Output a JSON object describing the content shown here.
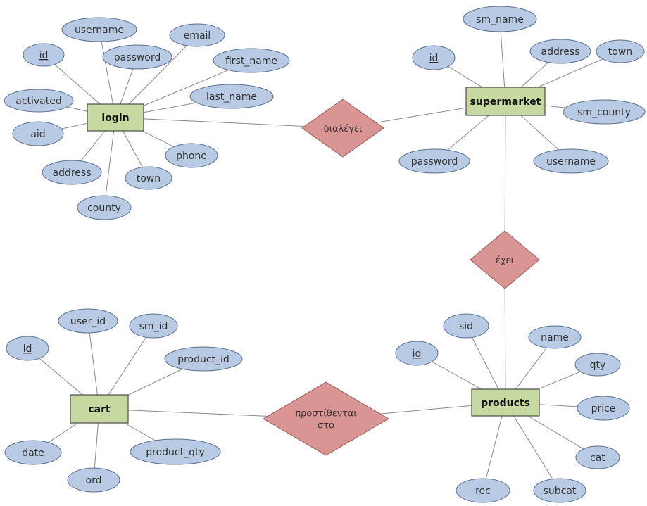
{
  "entities": {
    "login": "login",
    "supermarket": "supermarket",
    "cart": "cart",
    "products": "products"
  },
  "relationships": {
    "selects": [
      "διαλέγει"
    ],
    "has": [
      "έχει"
    ],
    "added_to": [
      "προστίθενται",
      "στο"
    ]
  },
  "attributes": {
    "login_id": "id",
    "login_username": "username",
    "login_email": "email",
    "login_password": "password",
    "login_first_name": "first_name",
    "login_last_name": "last_name",
    "login_activated": "activated",
    "login_aid": "aid",
    "login_address": "address",
    "login_town": "town",
    "login_phone": "phone",
    "login_county": "county",
    "sm_id": "id",
    "sm_name": "sm_name",
    "sm_address": "address",
    "sm_town": "town",
    "sm_county": "sm_county",
    "sm_password": "password",
    "sm_username": "username",
    "cart_id": "id",
    "cart_user_id": "user_id",
    "cart_sm_id": "sm_id",
    "cart_product_id": "product_id",
    "cart_date": "date",
    "cart_ord": "ord",
    "cart_product_qty": "product_qty",
    "prod_id": "id",
    "prod_sid": "sid",
    "prod_name": "name",
    "prod_qty": "qty",
    "prod_price": "price",
    "prod_cat": "cat",
    "prod_rec": "rec",
    "prod_subcat": "subcat"
  },
  "colors": {
    "entity_fill": "#c6d9a0",
    "attribute_fill": "#b9cbe4",
    "relationship_fill": "#d99494"
  }
}
